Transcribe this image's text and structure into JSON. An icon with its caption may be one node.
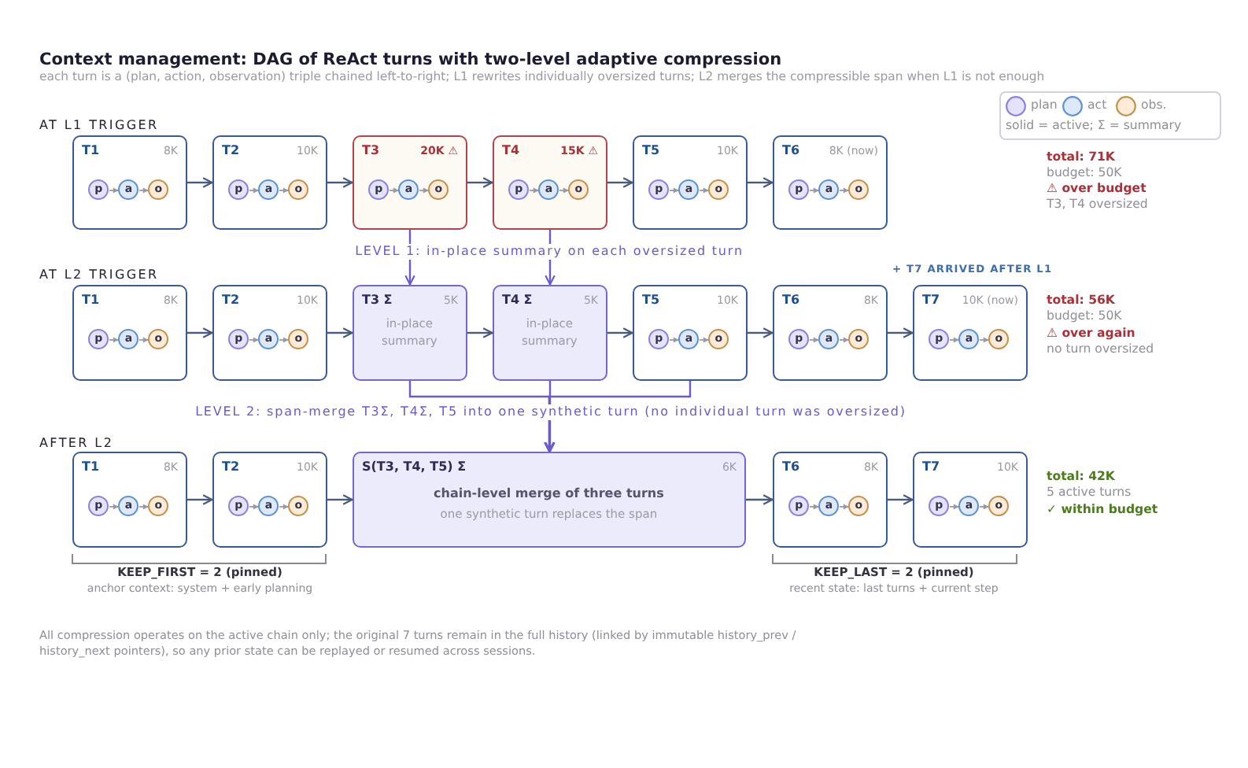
{
  "diagram": {
    "title": "Context management: DAG of ReAct turns with two-level adaptive compression",
    "nodes": [
      {
        "text": [
          "T1",
          "8K"
        ]
      },
      {
        "text": [
          "p"
        ],
        "in": 0
      },
      {
        "text": [
          "a"
        ],
        "in": 0
      },
      {
        "text": [
          "o"
        ],
        "in": 0
      },
      {
        "text": [
          "T2",
          "10K"
        ]
      },
      {
        "text": [
          "p"
        ],
        "in": 4
      },
      {
        "text": [
          "a"
        ],
        "in": 4
      },
      {
        "text": [
          "o"
        ],
        "in": 4
      },
      {
        "text": [
          "T3",
          "20K ⚠"
        ]
      },
      {
        "text": [
          "p"
        ],
        "in": 8
      },
      {
        "text": [
          "a"
        ],
        "in": 8
      },
      {
        "text": [
          "o"
        ],
        "in": 8
      },
      {
        "text": [
          "T4",
          "15K ⚠"
        ]
      },
      {
        "text": [
          "p"
        ],
        "in": 12
      },
      {
        "text": [
          "a"
        ],
        "in": 12
      },
      {
        "text": [
          "o"
        ],
        "in": 12
      },
      {
        "text": [
          "T5",
          "10K"
        ]
      },
      {
        "text": [
          "p"
        ],
        "in": 16
      },
      {
        "text": [
          "a"
        ],
        "in": 16
      },
      {
        "text": [
          "o"
        ],
        "in": 16
      },
      {
        "text": [
          "T6",
          "8K (now)"
        ]
      },
      {
        "text": [
          "p"
        ],
        "in": 20
      },
      {
        "text": [
          "a"
        ],
        "in": 20
      },
      {
        "text": [
          "o"
        ],
        "in": 20
      },
      {
        "text": [
          "T1",
          "8K"
        ]
      },
      {
        "text": [
          "p"
        ],
        "in": 24
      },
      {
        "text": [
          "a"
        ],
        "in": 24
      },
      {
        "text": [
          "o"
        ],
        "in": 24
      },
      {
        "text": [
          "T2",
          "10K"
        ]
      },
      {
        "text": [
          "p"
        ],
        "in": 28
      },
      {
        "text": [
          "a"
        ],
        "in": 28
      },
      {
        "text": [
          "o"
        ],
        "in": 28
      },
      {
        "text": [
          "T3 Σ",
          "5K",
          "in-place summary"
        ]
      },
      {
        "text": [
          "T4 Σ",
          "5K",
          "in-place summary"
        ]
      },
      {
        "text": [
          "T5",
          "10K"
        ]
      },
      {
        "text": [
          "p"
        ],
        "in": 34
      },
      {
        "text": [
          "a"
        ],
        "in": 34
      },
      {
        "text": [
          "o"
        ],
        "in": 34
      },
      {
        "text": [
          "T6",
          "8K"
        ]
      },
      {
        "text": [
          "p"
        ],
        "in": 38
      },
      {
        "text": [
          "a"
        ],
        "in": 38
      },
      {
        "text": [
          "o"
        ],
        "in": 38
      },
      {
        "text": [
          "T7",
          "10K (now)"
        ],
        "beside": [
          "+ T7 ARRIVED AFTER L1"
        ]
      },
      {
        "text": [
          "p"
        ],
        "in": 42
      },
      {
        "text": [
          "a"
        ],
        "in": 42
      },
      {
        "text": [
          "o"
        ],
        "in": 42
      },
      {
        "text": [
          "T1",
          "8K"
        ]
      },
      {
        "text": [
          "p"
        ],
        "in": 46
      },
      {
        "text": [
          "a"
        ],
        "in": 46
      },
      {
        "text": [
          "o"
        ],
        "in": 46
      },
      {
        "text": [
          "T2",
          "10K"
        ]
      },
      {
        "text": [
          "p"
        ],
        "in": 50
      },
      {
        "text": [
          "a"
        ],
        "in": 50
      },
      {
        "text": [
          "o"
        ],
        "in": 50
      },
      {
        "text": [
          "S(T3, T4, T5) Σ",
          "6K",
          "chain-level merge of three turns",
          "one synthetic turn replaces the span"
        ]
      },
      {
        "text": [
          "T6",
          "8K"
        ]
      },
      {
        "text": [
          "p"
        ],
        "in": 55
      },
      {
        "text": [
          "a"
        ],
        "in": 55
      },
      {
        "text": [
          "o"
        ],
        "in": 55
      },
      {
        "text": [
          "T7",
          "10K"
        ]
      },
      {
        "text": [
          "p"
        ],
        "in": 59
      },
      {
        "text": [
          "a"
        ],
        "in": 59
      },
      {
        "text": [
          "o"
        ],
        "in": 59
      }
    ],
    "edges": [
      {
        "from": 1,
        "to": 2,
        "arrow": "to"
      },
      {
        "from": 2,
        "to": 3,
        "arrow": "to"
      },
      {
        "from": 0,
        "to": 4,
        "arrow": "to",
        "color": "#4a5a7a"
      },
      {
        "from": 5,
        "to": 6,
        "arrow": "to"
      },
      {
        "from": 6,
        "to": 7,
        "arrow": "to"
      },
      {
        "from": 4,
        "to": 8,
        "arrow": "to",
        "color": "#4a5a7a"
      },
      {
        "from": 9,
        "to": 10,
        "arrow": "to"
      },
      {
        "from": 10,
        "to": 11,
        "arrow": "to"
      },
      {
        "from": 8,
        "to": 12,
        "arrow": "to",
        "color": "#4a5a7a"
      },
      {
        "from": 13,
        "to": 14,
        "arrow": "to"
      },
      {
        "from": 14,
        "to": 15,
        "arrow": "to"
      },
      {
        "from": 12,
        "to": 16,
        "arrow": "to",
        "color": "#4a5a7a"
      },
      {
        "from": 17,
        "to": 18,
        "arrow": "to"
      },
      {
        "from": 18,
        "to": 19,
        "arrow": "to"
      },
      {
        "from": 16,
        "to": 20,
        "arrow": "to",
        "color": "#4a5a7a"
      },
      {
        "from": 21,
        "to": 22,
        "arrow": "to"
      },
      {
        "from": 22,
        "to": 23,
        "arrow": "to"
      },
      {
        "from": 8,
        "to": 32,
        "arrow": "to",
        "color": "#6a5acd"
      },
      {
        "from": 12,
        "to": 33,
        "arrow": "to",
        "color": "#6a5acd",
        "label": "LEVEL 1: in-place summary on each oversized turn"
      },
      {
        "from": 25,
        "to": 26,
        "arrow": "to"
      },
      {
        "from": 26,
        "to": 27,
        "arrow": "to"
      },
      {
        "from": 24,
        "to": 28,
        "arrow": "to",
        "color": "#4a5a7a"
      },
      {
        "from": 29,
        "to": 30,
        "arrow": "to"
      },
      {
        "from": 30,
        "to": 31,
        "arrow": "to"
      },
      {
        "from": 28,
        "to": 32,
        "arrow": "to",
        "color": "#4a5a7a"
      },
      {
        "from": 32,
        "to": 33,
        "arrow": "to",
        "color": "#4a5a7a"
      },
      {
        "from": 33,
        "to": 34,
        "arrow": "to",
        "color": "#4a5a7a"
      },
      {
        "from": 35,
        "to": 36,
        "arrow": "to"
      },
      {
        "from": 36,
        "to": 37,
        "arrow": "to"
      },
      {
        "from": 34,
        "to": 38,
        "arrow": "to",
        "color": "#4a5a7a"
      },
      {
        "from": 39,
        "to": 40,
        "arrow": "to"
      },
      {
        "from": 40,
        "to": 41,
        "arrow": "to"
      },
      {
        "from": 38,
        "to": 42,
        "arrow": "to",
        "color": "#4a5a7a"
      },
      {
        "from": 43,
        "to": 44,
        "arrow": "to"
      },
      {
        "from": 44,
        "to": 45,
        "arrow": "to"
      },
      {
        "from": 32,
        "to": 54,
        "arrow": "to",
        "color": "#6a5acd"
      },
      {
        "from": 33,
        "to": 54,
        "arrow": "to",
        "color": "#6a5acd",
        "label": "LEVEL 2: span-merge T3Σ, T4Σ, T5 into one synthetic turn (no individual turn was oversized)"
      },
      {
        "from": 34,
        "to": 54,
        "arrow": "to",
        "color": "#6a5acd"
      },
      {
        "from": 47,
        "to": 48,
        "arrow": "to"
      },
      {
        "from": 48,
        "to": 49,
        "arrow": "to"
      },
      {
        "from": 46,
        "to": 50,
        "arrow": "to",
        "color": "#4a5a7a"
      },
      {
        "from": 51,
        "to": 52,
        "arrow": "to"
      },
      {
        "from": 52,
        "to": 53,
        "arrow": "to"
      },
      {
        "from": 50,
        "to": 54,
        "arrow": "to",
        "color": "#4a5a7a"
      },
      {
        "from": 54,
        "to": 55,
        "arrow": "to",
        "color": "#4a5a7a"
      },
      {
        "from": 56,
        "to": 57,
        "arrow": "to"
      },
      {
        "from": 57,
        "to": 58,
        "arrow": "to"
      },
      {
        "from": 55,
        "to": 59,
        "arrow": "to",
        "color": "#4a5a7a"
      },
      {
        "from": 60,
        "to": 61,
        "arrow": "to"
      },
      {
        "from": 61,
        "to": 62,
        "arrow": "to"
      }
    ],
    "labels": [
      "each turn is a (plan, action, observation) triple chained left-to-right; L1 rewrites individually oversized turns; L2 merges the compressible span when L1 is not enough",
      "solid = active; Σ = summary",
      "AT L1 TRIGGER",
      "total: 71K",
      "budget: 50K",
      "⚠ over budget",
      "T3, T4 oversized",
      "AT L2 TRIGGER",
      "total: 56K",
      "budget: 50K",
      "⚠ over again",
      "no turn oversized",
      "AFTER L2",
      "total: 42K",
      "5 active turns",
      "✓ within budget",
      "KEEP_FIRST = 2 (pinned)",
      "anchor context: system + early planning",
      "KEEP_LAST = 2 (pinned)",
      "recent state: last turns + current step",
      "All compression operates on the active chain only; the original 7 turns remain in the full history (linked by immutable history_prev / history_next pointers), so any prior state can be replayed or resumed across sessions."
    ],
    "legend": [
      {
        "text": "plan",
        "color": "#e4e3fb"
      },
      {
        "text": "act",
        "color": "#dde9f8"
      },
      {
        "text": "obs.",
        "color": "#fbebd7"
      }
    ]
  }
}
